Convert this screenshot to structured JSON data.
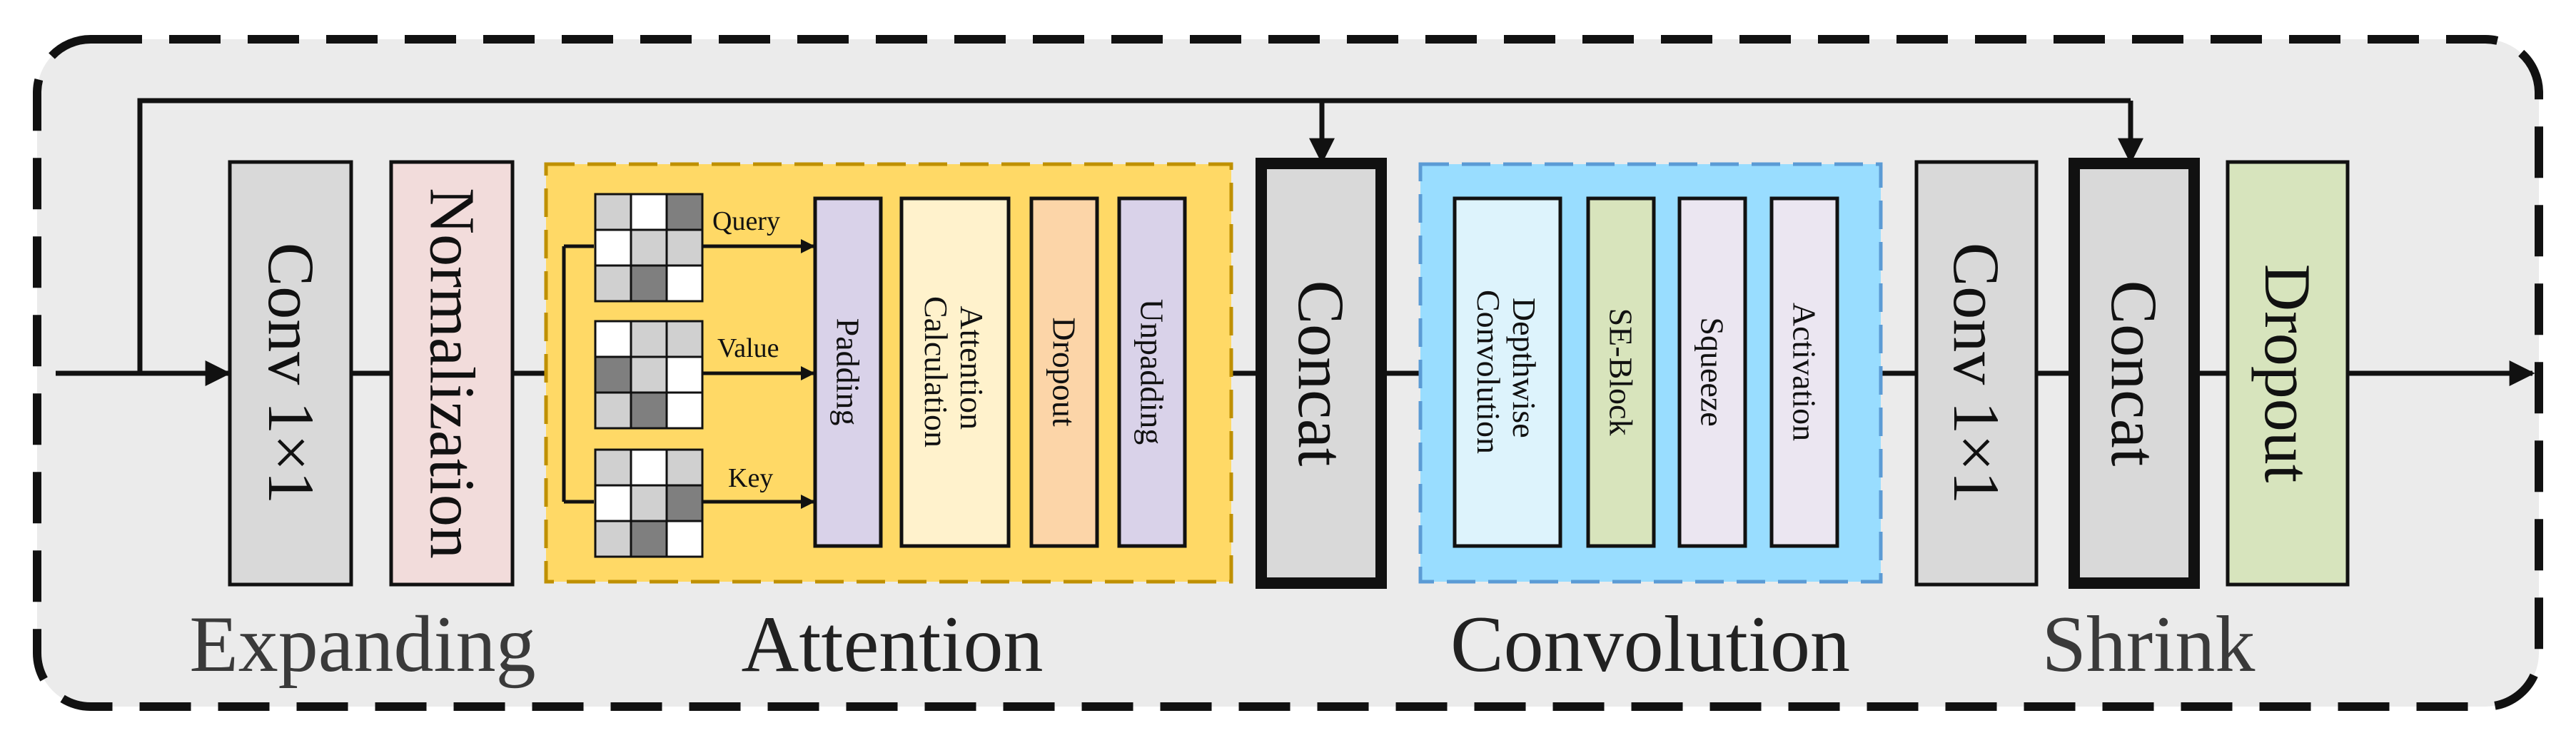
{
  "colors": {
    "panel_bg": "#ebebeb",
    "conv_grey": "#d9d9d9",
    "normalization_pink": "#f2dcdb",
    "attention_yellow": "#ffd966",
    "attention_border": "#bf9000",
    "padding_lavender": "#d9d2e9",
    "attention_calc_cream": "#fff2cc",
    "dropout_orange": "#fcd5a8",
    "convolution_blue": "#99ddff",
    "convolution_border": "#5b9bd5",
    "depthwise_lightblue": "#ddf3fc",
    "seblock_green": "#d8e4bc",
    "squeeze_lavender": "#ebe6f1",
    "dropout_green": "#d7e4bd",
    "matrix_dark": "#7f7f7f",
    "matrix_light": "#d0d0d0"
  },
  "blocks": {
    "conv1": "Conv 1×1",
    "normalization": "Normalization",
    "padding": "Padding",
    "attention_calc_line1": "Attention",
    "attention_calc_line2": "Calculation",
    "dropout_inner": "Dropout",
    "unpadding": "Unpadding",
    "concat1": "Concat",
    "depthwise_line1": "Depthwise",
    "depthwise_line2": "Convolution",
    "se_block": "SE-Block",
    "squeeze": "Squeeze",
    "activation": "Activation",
    "conv2": "Conv 1×1",
    "concat2": "Concat",
    "dropout_final": "Dropout"
  },
  "arrow_labels": {
    "query": "Query",
    "value": "Value",
    "key": "Key"
  },
  "sections": {
    "expanding": "Expanding",
    "attention": "Attention",
    "convolution": "Convolution",
    "shrink": "Shrink"
  },
  "matrices": {
    "query": [
      "L",
      "W",
      "D",
      "W",
      "L",
      "L",
      "L",
      "D",
      "W"
    ],
    "value": [
      "W",
      "L",
      "L",
      "D",
      "L",
      "W",
      "L",
      "D",
      "W"
    ],
    "key": [
      "L",
      "W",
      "L",
      "W",
      "L",
      "D",
      "L",
      "D",
      "W"
    ]
  }
}
